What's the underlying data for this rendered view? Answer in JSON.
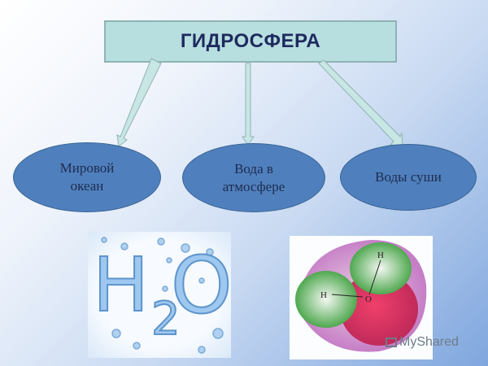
{
  "title": "ГИДРОСФЕРА",
  "nodes": [
    {
      "label": "Мировой\nокеан"
    },
    {
      "label": "Вода в\nатмосфере"
    },
    {
      "label": "Воды суши"
    }
  ],
  "images": {
    "h2o": {
      "text_main": "H",
      "text_sub": "2",
      "text_end": "O"
    },
    "molecule": {
      "atom_h1": "H",
      "atom_h2": "H",
      "atom_o": "O"
    }
  },
  "watermark": "MyShared",
  "colors": {
    "title_bg": "#b8dfe0",
    "title_text": "#1f2a5e",
    "node_fill": "#4f80bd",
    "arrow": "#b8dfe0"
  }
}
